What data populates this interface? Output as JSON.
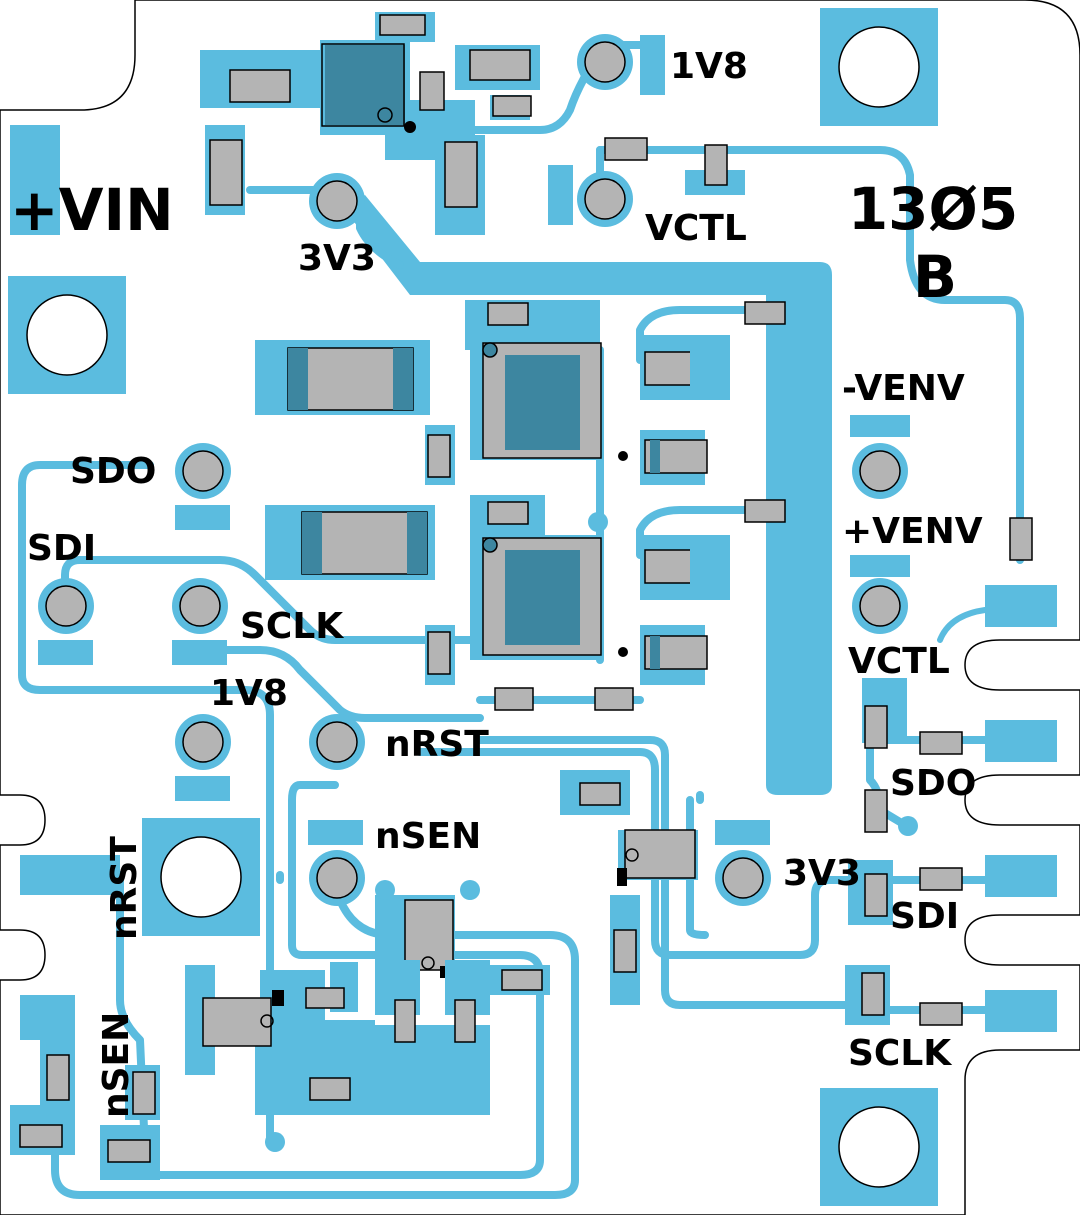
{
  "board": {
    "id_line1": "13Ø5",
    "id_line2": "B"
  },
  "labels": {
    "vin": "+VIN",
    "v1v8_top": "1V8",
    "v3v3_top": "3V3",
    "vctl_top": "VCTL",
    "venv_neg": "-VENV",
    "venv_pos": "+VENV",
    "vctl_right": "VCTL",
    "sdo_left": "SDO",
    "sdi_left": "SDI",
    "sclk_left": "SCLK",
    "v1v8_mid": "1V8",
    "nrst_mid": "nRST",
    "nsen_mid": "nSEN",
    "v3v3_mid": "3V3",
    "sdo_right": "SDO",
    "sdi_right": "SDI",
    "sclk_right": "SCLK",
    "nrst_vertical": "nRST",
    "nsen_vertical": "nSEN"
  },
  "colors": {
    "copper": "#5bbcdf",
    "component_body": "#3d86a0",
    "component_fill": "#b4b4b4",
    "silkscreen": "#000000",
    "background": "#ffffff"
  }
}
